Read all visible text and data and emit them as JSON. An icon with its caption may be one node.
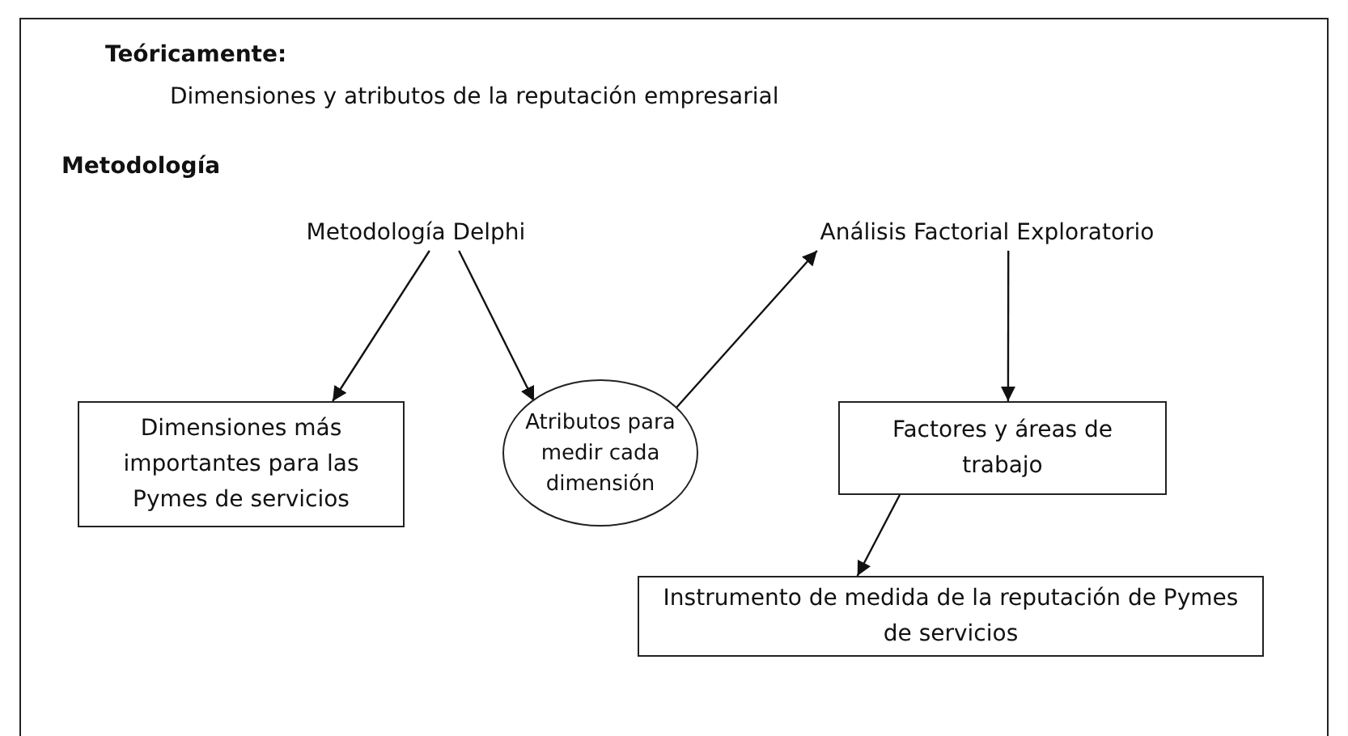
{
  "diagram": {
    "nodes": [
      {
        "text": [
          "Metodología Delphi"
        ]
      },
      {
        "text": [
          "Análisis Factorial Exploratorio"
        ]
      },
      {
        "text": [
          "Dimensiones más importantes para las Pymes de servicios"
        ]
      },
      {
        "text": [
          "Atributos para medir cada dimensión"
        ]
      },
      {
        "text": [
          "Factores y áreas de trabajo"
        ]
      },
      {
        "text": [
          "Instrumento de medida de la reputación de Pymes de servicios"
        ]
      }
    ],
    "edges": [
      {
        "from": 0,
        "to": 2,
        "arrow": "to"
      },
      {
        "from": 0,
        "to": 3,
        "arrow": "to"
      },
      {
        "from": 3,
        "to": 1,
        "arrow": "to"
      },
      {
        "from": 1,
        "to": 4,
        "arrow": "to"
      },
      {
        "from": 4,
        "to": 5,
        "arrow": "to"
      }
    ],
    "labels": [
      "Teóricamente:",
      "Dimensiones y atributos de la reputación empresarial",
      "Metodología"
    ]
  }
}
